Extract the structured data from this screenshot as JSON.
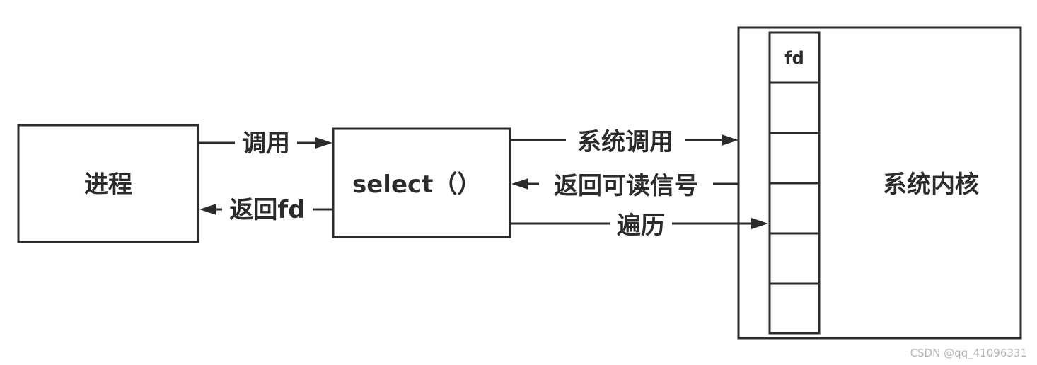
{
  "nodes": {
    "process": "进程",
    "select": "select（）",
    "kernel": "系统内核",
    "fd_header": "fd"
  },
  "edges": {
    "call": "调用",
    "return_fd": "返回fd",
    "syscall": "系统调用",
    "return_readable": "返回可读信号",
    "traverse": "遍历"
  },
  "watermark": "CSDN @qq_41096331",
  "colors": {
    "stroke": "#2b2b2b",
    "background": "#ffffff",
    "watermark": "#b5b5b5"
  }
}
